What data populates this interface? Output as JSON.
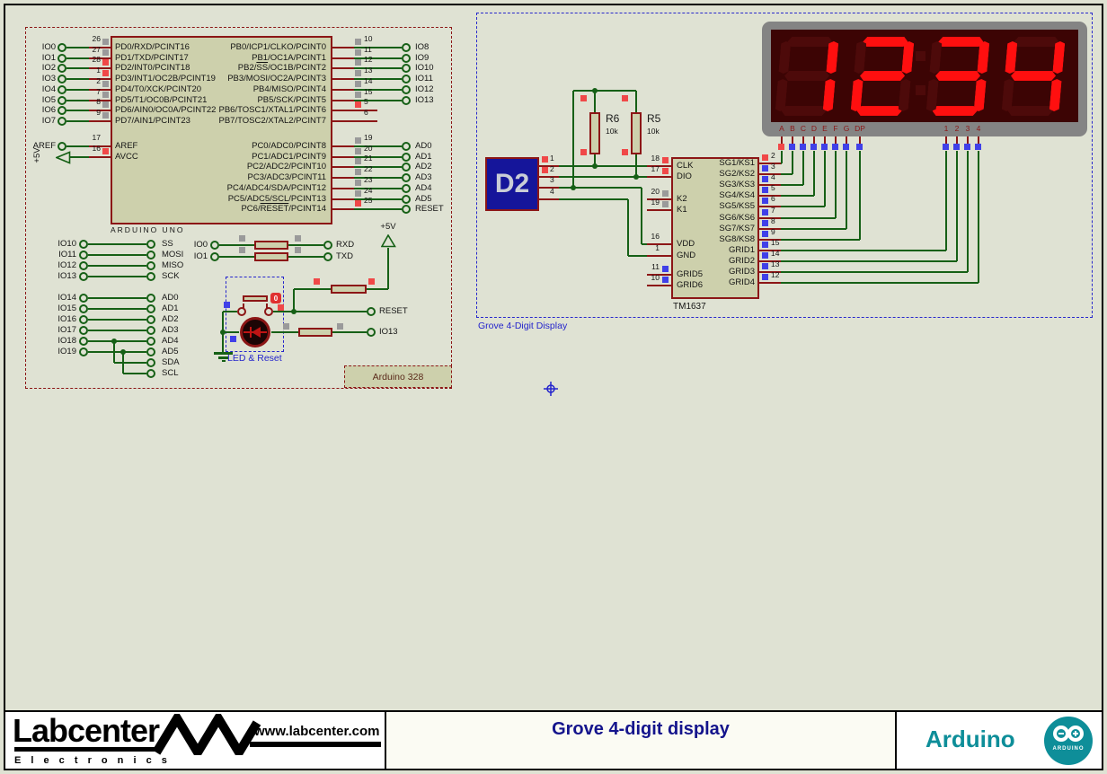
{
  "colors": {
    "page_bg": "#dfe2d3",
    "wire": "#166016",
    "component_border": "#8c1616",
    "component_fill": "#cdd0ac",
    "ind_red": "#f04848",
    "ind_blue": "#4040e8",
    "ind_gray": "#9a9a9a",
    "annot_blue": "#2424cc",
    "display_lit": "#ff0f0f",
    "display_unlit": "#4d0a0a",
    "display_bg": "#3c0404",
    "display_frame": "#848484",
    "d2_fill": "#15159a",
    "title_navy": "#14148c",
    "arduino_teal": "#0e8e99"
  },
  "arduino_section": {
    "chip_label": "ARDUINO UNO",
    "box_label": "Arduino 328",
    "power_label": "+5V",
    "led_reset_label": "LED & Reset",
    "button_state": "0",
    "aref": {
      "terminal": "AREF",
      "pin": "17",
      "label": "AREF"
    },
    "avcc": {
      "pin": "16",
      "ind": "red",
      "label": "AVCC"
    },
    "port_d": [
      {
        "terminal": "IO0",
        "pin": "26",
        "ind": "gray",
        "label": "PD0/RXD/PCINT16"
      },
      {
        "terminal": "IO1",
        "pin": "27",
        "ind": "gray",
        "label": "PD1/TXD/PCINT17"
      },
      {
        "terminal": "IO2",
        "pin": "28",
        "ind": "red",
        "label": "PD2/INT0/PCINT18"
      },
      {
        "terminal": "IO3",
        "pin": "1",
        "ind": "red",
        "label": "PD3/INT1/OC2B/PCINT19"
      },
      {
        "terminal": "IO4",
        "pin": "2",
        "ind": "gray",
        "label": "PD4/T0/XCK/PCINT20"
      },
      {
        "terminal": "IO5",
        "pin": "7",
        "ind": "gray",
        "label": "PD5/T1/OC0B/PCINT21"
      },
      {
        "terminal": "IO6",
        "pin": "8",
        "ind": "gray",
        "label": "PD6/AIN0/OC0A/PCINT22"
      },
      {
        "terminal": "IO7",
        "pin": "9",
        "ind": "gray",
        "label": "PD7/AIN1/PCINT23"
      }
    ],
    "port_b": [
      {
        "terminal": "IO8",
        "pin": "10",
        "ind": "gray",
        "label": "PB0/ICP1/CLKO/PCINT0"
      },
      {
        "terminal": "IO9",
        "pin": "11",
        "ind": "gray",
        "label": "PB1/OC1A/PCINT1"
      },
      {
        "terminal": "IO10",
        "pin": "12",
        "ind": "gray",
        "label": "PB2/SS/OC1B/PCINT2",
        "overline": "SS"
      },
      {
        "terminal": "IO11",
        "pin": "13",
        "ind": "gray",
        "label": "PB3/MOSI/OC2A/PCINT3"
      },
      {
        "terminal": "IO12",
        "pin": "14",
        "ind": "gray",
        "label": "PB4/MISO/PCINT4"
      },
      {
        "terminal": "IO13",
        "pin": "15",
        "ind": "gray",
        "label": "PB5/SCK/PCINT5"
      },
      {
        "terminal": null,
        "pin": "5",
        "ind": "red",
        "label": "PB6/TOSC1/XTAL1/PCINT6"
      },
      {
        "terminal": null,
        "pin": "6",
        "ind": null,
        "label": "PB7/TOSC2/XTAL2/PCINT7"
      }
    ],
    "port_c": [
      {
        "terminal": "AD0",
        "pin": "19",
        "ind": "gray",
        "label": "PC0/ADC0/PCINT8"
      },
      {
        "terminal": "AD1",
        "pin": "20",
        "ind": "gray",
        "label": "PC1/ADC1/PCINT9"
      },
      {
        "terminal": "AD2",
        "pin": "21",
        "ind": "gray",
        "label": "PC2/ADC2/PCINT10"
      },
      {
        "terminal": "AD3",
        "pin": "22",
        "ind": "gray",
        "label": "PC3/ADC3/PCINT11"
      },
      {
        "terminal": "AD4",
        "pin": "23",
        "ind": "gray",
        "label": "PC4/ADC4/SDA/PCINT12"
      },
      {
        "terminal": "AD5",
        "pin": "24",
        "ind": "gray",
        "label": "PC5/ADC5/SCL/PCINT13"
      },
      {
        "terminal": "RESET",
        "pin": "25",
        "ind": "red",
        "label": "PC6/RESET/PCINT14",
        "overline": "RESET"
      }
    ],
    "spi_rows": [
      {
        "left": "IO10",
        "right": "SS"
      },
      {
        "left": "IO11",
        "right": "MOSI"
      },
      {
        "left": "IO12",
        "right": "MISO"
      },
      {
        "left": "IO13",
        "right": "SCK"
      }
    ],
    "adc_rows": [
      {
        "left": "IO14",
        "right": "AD0"
      },
      {
        "left": "IO15",
        "right": "AD1"
      },
      {
        "left": "IO16",
        "right": "AD2"
      },
      {
        "left": "IO17",
        "right": "AD3"
      },
      {
        "left": "IO18",
        "right": "AD4"
      },
      {
        "left": "IO19",
        "right": "AD5"
      }
    ],
    "i2c_rows": [
      "SDA",
      "SCL"
    ],
    "serial_rows": [
      {
        "left": "IO0",
        "right": "RXD"
      },
      {
        "left": "IO1",
        "right": "TXD"
      }
    ],
    "reset_terminal": "RESET",
    "io13_terminal": "IO13"
  },
  "grove_section": {
    "section_label": "Grove 4-Digit Display",
    "display_value": "12:34",
    "seg_pin_labels": [
      "A",
      "B",
      "C",
      "D",
      "E",
      "F",
      "G",
      "DP"
    ],
    "grid_pin_labels": [
      "1",
      "2",
      "3",
      "4"
    ],
    "connector": {
      "ref": "D2",
      "pins": [
        {
          "num": "1",
          "ind": "red"
        },
        {
          "num": "2",
          "ind": "red"
        },
        {
          "num": "3",
          "ind": null
        },
        {
          "num": "4",
          "ind": null
        }
      ]
    },
    "resistors": [
      {
        "ref": "R6",
        "value": "10k"
      },
      {
        "ref": "R5",
        "value": "10k"
      }
    ],
    "chip": {
      "ref": "TM1637",
      "left_pins": [
        {
          "num": "18",
          "ind": "red",
          "label": "CLK"
        },
        {
          "num": "17",
          "ind": "red",
          "label": "DIO"
        },
        {
          "num": "20",
          "ind": "gray",
          "label": "K2"
        },
        {
          "num": "19",
          "ind": "gray",
          "label": "K1"
        },
        {
          "num": "16",
          "ind": null,
          "label": "VDD"
        },
        {
          "num": "1",
          "ind": null,
          "label": "GND"
        },
        {
          "num": "11",
          "ind": "blue",
          "label": "GRID5"
        },
        {
          "num": "10",
          "ind": "blue",
          "label": "GRID6"
        }
      ],
      "right_pins": [
        {
          "num": "2",
          "ind": "red",
          "label": "SG1/KS1"
        },
        {
          "num": "3",
          "ind": "blue",
          "label": "SG2/KS2"
        },
        {
          "num": "4",
          "ind": "blue",
          "label": "SG3/KS3"
        },
        {
          "num": "5",
          "ind": "blue",
          "label": "SG4/KS4"
        },
        {
          "num": "6",
          "ind": "blue",
          "label": "SG5/KS5"
        },
        {
          "num": "7",
          "ind": "blue",
          "label": "SG6/KS6"
        },
        {
          "num": "8",
          "ind": "blue",
          "label": "SG7/KS7"
        },
        {
          "num": "9",
          "ind": "blue",
          "label": "SG8/KS8"
        },
        {
          "num": "15",
          "ind": "blue",
          "label": "GRID1"
        },
        {
          "num": "14",
          "ind": "blue",
          "label": "GRID2"
        },
        {
          "num": "13",
          "ind": "blue",
          "label": "GRID3"
        },
        {
          "num": "12",
          "ind": "blue",
          "label": "GRID4"
        }
      ]
    }
  },
  "title_block": {
    "logo_main": "Labcenter",
    "logo_sub": "E l e c t r o n i c s",
    "logo_url": "www.labcenter.com",
    "sheet_title": "Grove 4-digit display",
    "author": "Arduino",
    "badge_text": "ARDUINO"
  }
}
